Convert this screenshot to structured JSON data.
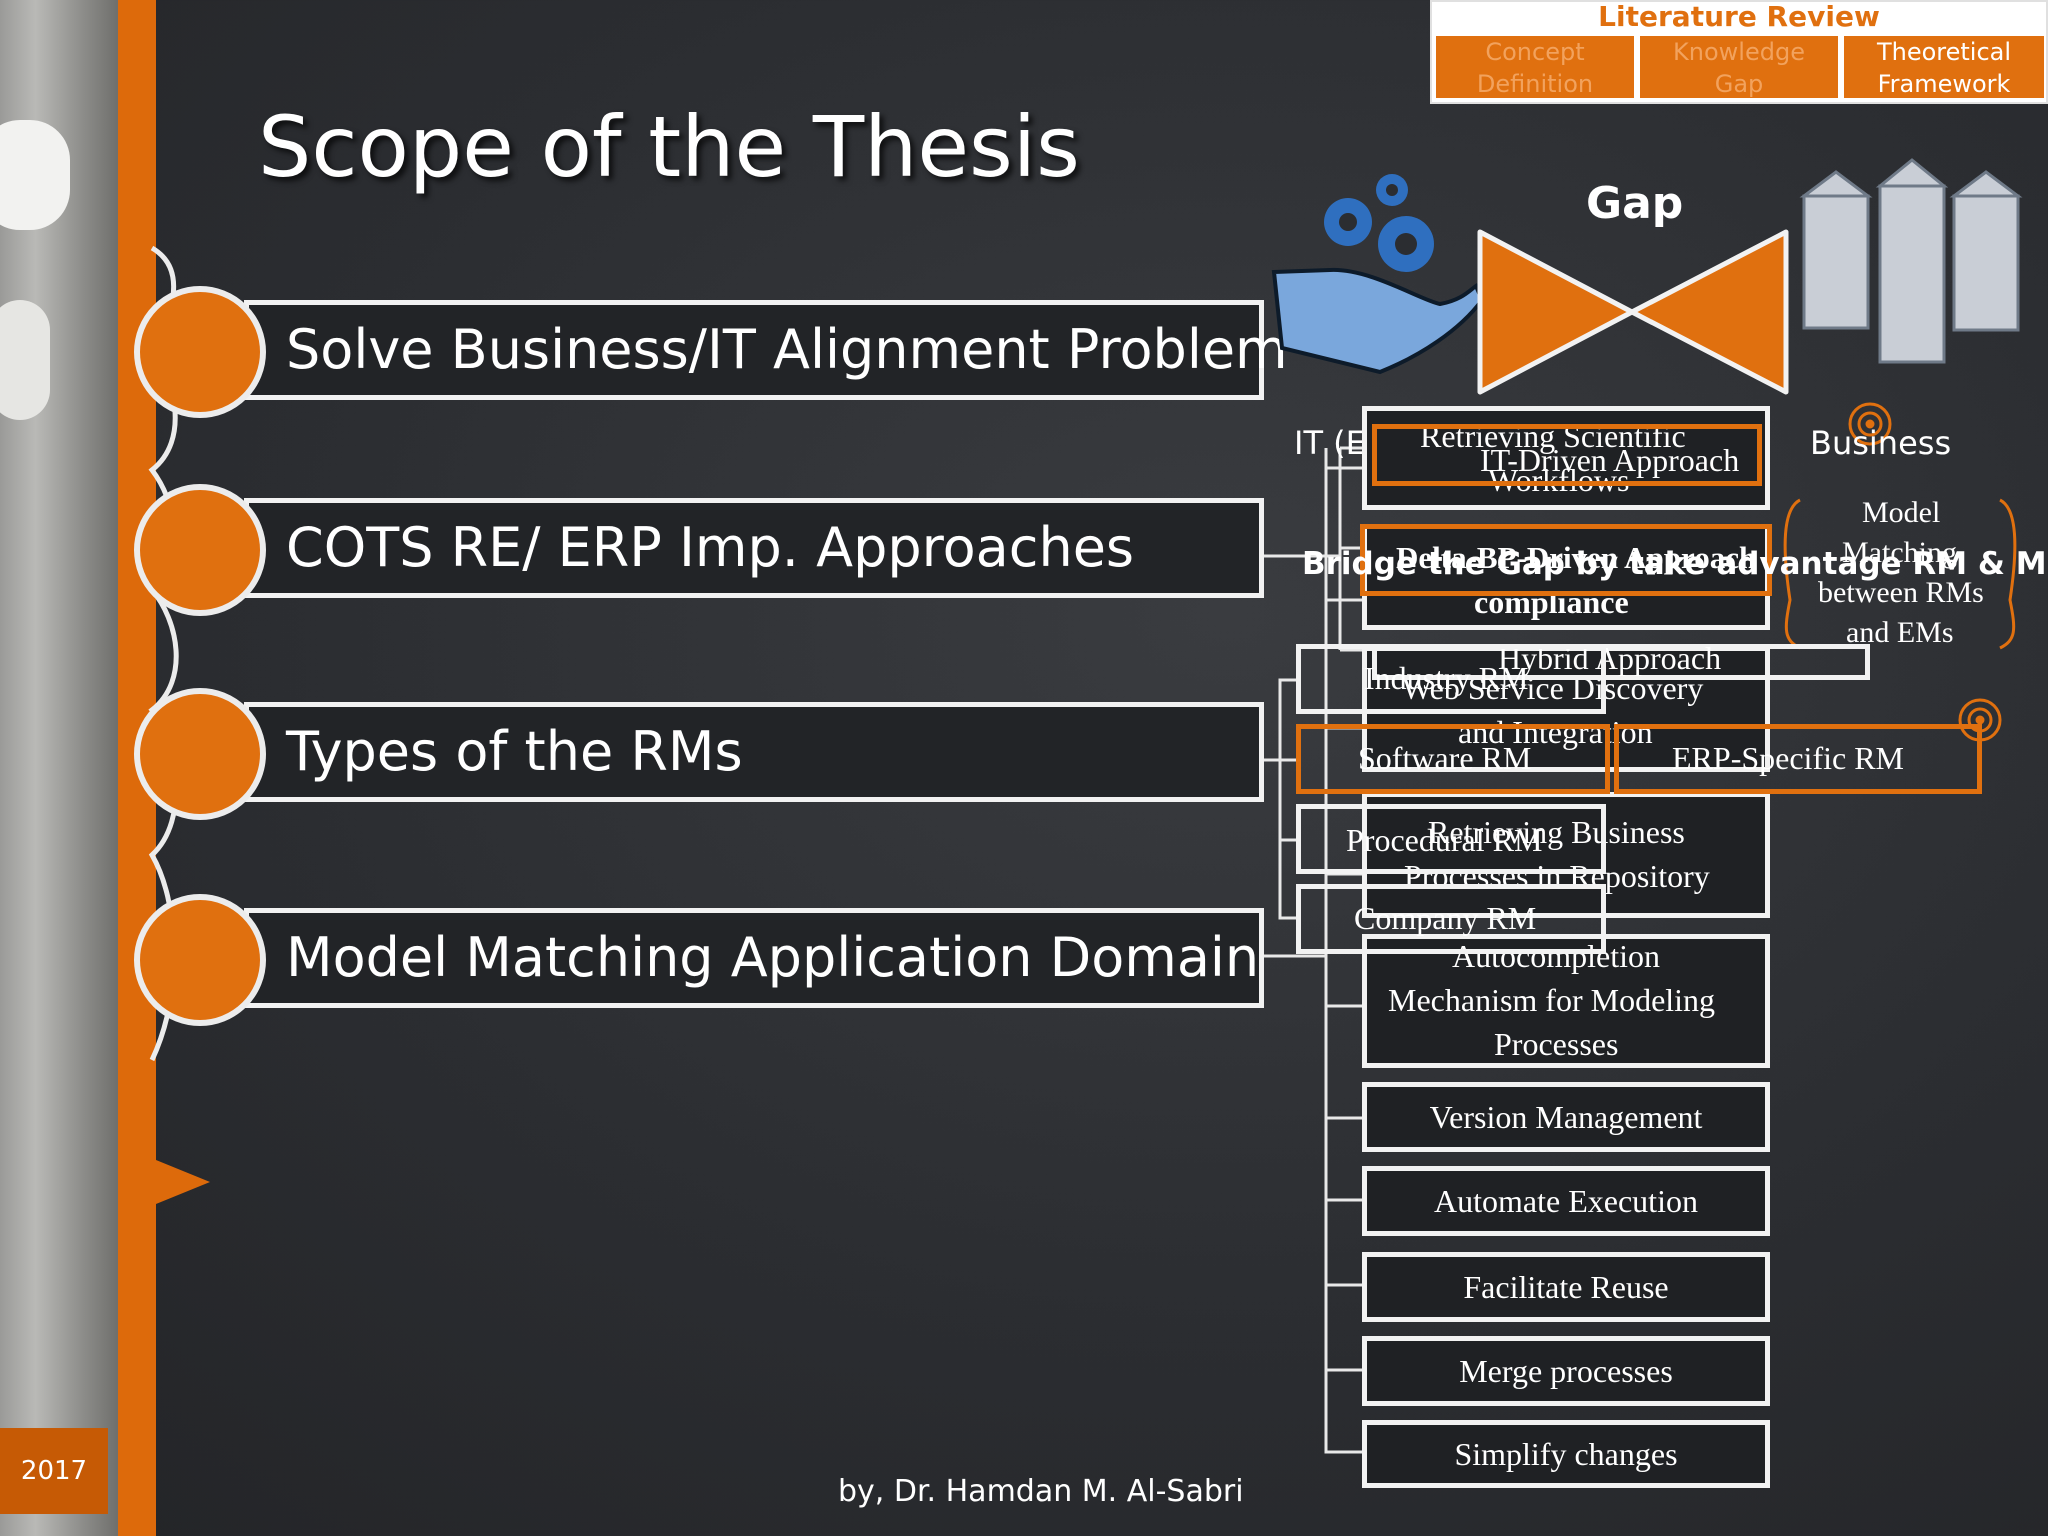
{
  "title": "Scope of the Thesis",
  "literature_review": {
    "title": "Literature Review",
    "tabs": [
      {
        "label_line1": "Concept",
        "label_line2": "Definition",
        "state": "inactive"
      },
      {
        "label_line1": "Knowledge",
        "label_line2": "Gap",
        "state": "inactive"
      },
      {
        "label_line1": "Theoretical",
        "label_line2": "Framework",
        "state": "active"
      }
    ]
  },
  "scope_items": [
    "Solve Business/IT Alignment Problem",
    "COTS RE/ ERP Imp. Approaches",
    "Types of the RMs",
    "Model Matching Application Domain"
  ],
  "gap_diagram": {
    "gap_label": "Gap",
    "left_label": "IT (ERP)",
    "right_label": "Business",
    "bridge_label": "Bridge the Gap by take advantage RM & MM"
  },
  "approaches": {
    "it_driven": "IT-Driven Approach",
    "delta": "Delta-BP-Driven Approach",
    "hybrid": "Hybrid Approach"
  },
  "rm_types": {
    "industry": "Industry RM",
    "software": "Software RM",
    "erp_specific": "ERP-Specific RM",
    "procedural": "Procedural RM",
    "company": "Company RM"
  },
  "model_matching_side": [
    "Model",
    "Matching",
    "between RMs",
    "and EMs"
  ],
  "application_domains": {
    "retrieving_scientific": [
      "Retrieving Scientific",
      "Workflows"
    ],
    "compliance": "compliance",
    "web_service": [
      "Web Service Discovery",
      "and Integration"
    ],
    "retrieving_business": [
      "Retrieving Business",
      "Processes in Repository"
    ],
    "autocompletion": [
      "Autocompletion",
      "Mechanism for Modeling",
      "Processes"
    ],
    "version_management": "Version Management",
    "automate_execution": "Automate Execution",
    "facilitate_reuse": "Facilitate Reuse",
    "merge_processes": "Merge processes",
    "simplify_changes": "Simplify changes"
  },
  "footer": "by, Dr. Hamdan M. Al-Sabri",
  "year": "2017",
  "colors": {
    "accent": "#e0700f",
    "background": "#2b2d31",
    "bar": "#dd6a0b",
    "hand": "#7aa7dc",
    "gears": "#2f6fbf"
  }
}
